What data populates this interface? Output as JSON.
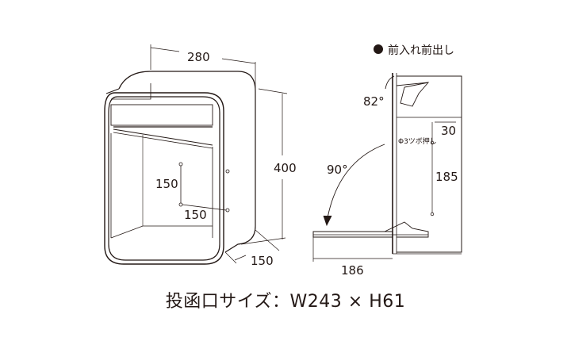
{
  "front_view": {
    "width_dim": "280",
    "height_dim": "400",
    "depth_dim": "150",
    "hole_vertical_dim": "150",
    "hole_horizontal_dim": "150"
  },
  "side_view": {
    "mode_label": "前入れ前出し",
    "lid_angle": "82°",
    "door_angle": "90°",
    "bolt_label": "Φ3ツボ押し",
    "top_dim": "30",
    "hole_pitch_dim": "185",
    "door_length_dim": "186"
  },
  "caption": "投函口サイズ：W243 × H61",
  "colors": {
    "line": "#231815",
    "background": "#ffffff"
  }
}
